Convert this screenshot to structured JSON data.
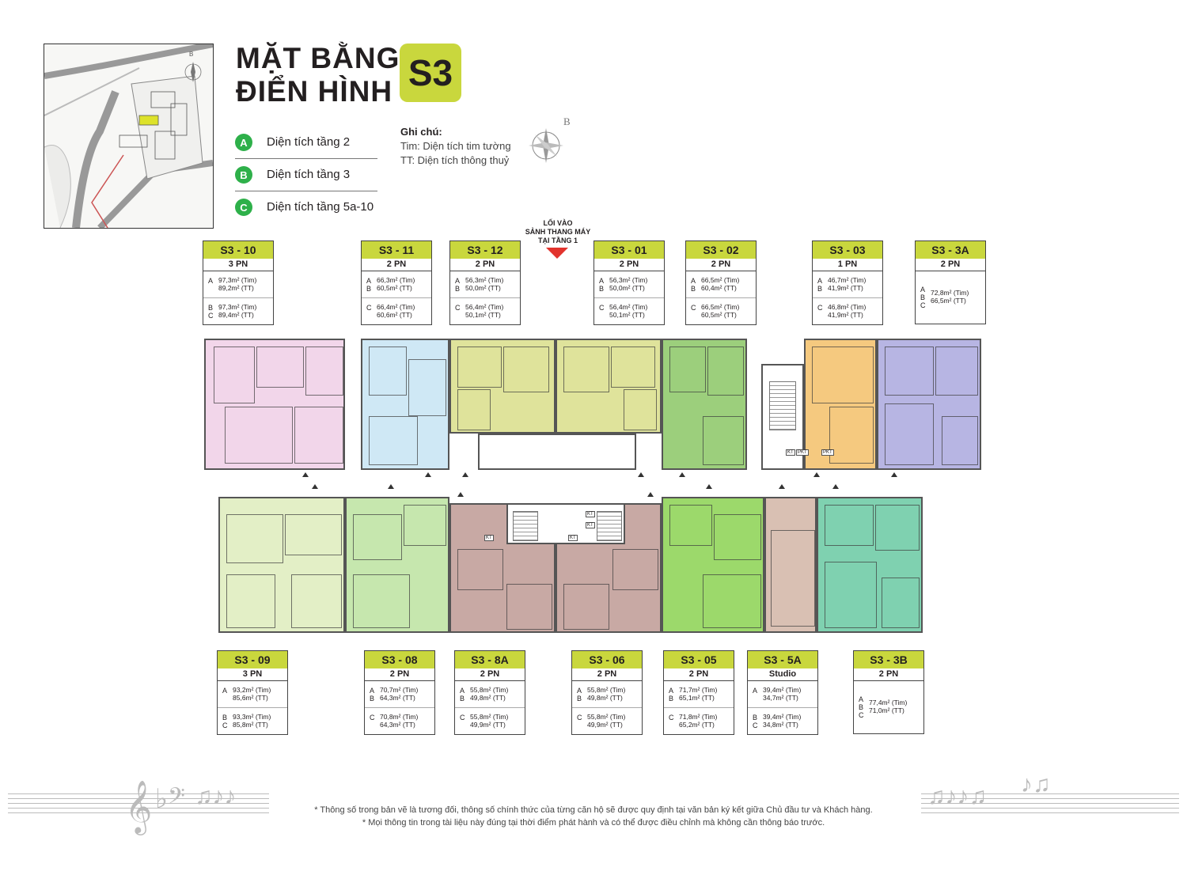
{
  "title": {
    "line1": "MẶT BẰNG",
    "line2": "ĐIỂN HÌNH",
    "badge": "S3"
  },
  "sitemap": {
    "north": "B"
  },
  "legend": [
    {
      "letter": "A",
      "label": "Diện tích tầng 2"
    },
    {
      "letter": "B",
      "label": "Diện tích tầng 3"
    },
    {
      "letter": "C",
      "label": "Diện tích tầng 5a-10"
    }
  ],
  "notes": {
    "heading": "Ghi chú:",
    "line1": "Tim: Diện tích tim tường",
    "line2": "TT: Diện tích thông thuỷ",
    "compass_label": "B"
  },
  "entrance": {
    "line1": "LỐI VÀO",
    "line2": "SẢNH THANG MÁY",
    "line3": "TẠI TẦNG 1"
  },
  "core_labels": {
    "kt": "KT",
    "pkt": "PKT"
  },
  "colors": {
    "badge": "#c9d73d",
    "legend_circle": "#2eb04a",
    "entrance_arrow": "#e2332d",
    "s3_10": "#f2d6ea",
    "s3_11": "#cfe8f5",
    "s3_12": "#dfe39b",
    "s3_01": "#dfe39b",
    "s3_02": "#9ccf7c",
    "s3_03": "#f5c97f",
    "s3_3a": "#b7b5e3",
    "s3_09": "#e3efc6",
    "s3_08": "#c6e7ae",
    "s3_8a": "#c8a9a4",
    "s3_06": "#c8a9a4",
    "s3_05": "#9cd96b",
    "s3_5a": "#d9c0b3",
    "s3_3b": "#7fd1b0"
  },
  "units_top": [
    {
      "code": "S3 - 10",
      "pn": "3 PN",
      "rows": [
        {
          "ltr": "A",
          "v1": "97,3m² (Tim)",
          "v2": "89,2m² (TT)"
        },
        {
          "ltr": "B\nC",
          "v1": "97,3m² (Tim)",
          "v2": "89,4m² (TT)"
        }
      ]
    },
    {
      "code": "S3 - 11",
      "pn": "2 PN",
      "rows": [
        {
          "ltr": "A\nB",
          "v1": "66,3m² (Tim)",
          "v2": "60,5m² (TT)"
        },
        {
          "ltr": "C",
          "v1": "66,4m² (Tim)",
          "v2": "60,6m² (TT)"
        }
      ]
    },
    {
      "code": "S3 - 12",
      "pn": "2 PN",
      "rows": [
        {
          "ltr": "A\nB",
          "v1": "56,3m² (Tim)",
          "v2": "50,0m² (TT)"
        },
        {
          "ltr": "C",
          "v1": "56,4m² (Tim)",
          "v2": "50,1m² (TT)"
        }
      ]
    },
    {
      "code": "S3 - 01",
      "pn": "2 PN",
      "rows": [
        {
          "ltr": "A\nB",
          "v1": "56,3m² (Tim)",
          "v2": "50,0m² (TT)"
        },
        {
          "ltr": "C",
          "v1": "56,4m² (Tim)",
          "v2": "50,1m² (TT)"
        }
      ]
    },
    {
      "code": "S3 - 02",
      "pn": "2 PN",
      "rows": [
        {
          "ltr": "A\nB",
          "v1": "66,5m² (Tim)",
          "v2": "60,4m² (TT)"
        },
        {
          "ltr": "C",
          "v1": "66,5m² (Tim)",
          "v2": "60,5m² (TT)"
        }
      ]
    },
    {
      "code": "S3 - 03",
      "pn": "1 PN",
      "rows": [
        {
          "ltr": "A\nB",
          "v1": "46,7m² (Tim)",
          "v2": "41,9m² (TT)"
        },
        {
          "ltr": "C",
          "v1": "46,8m² (Tim)",
          "v2": "41,9m² (TT)"
        }
      ]
    },
    {
      "code": "S3 - 3A",
      "pn": "2 PN",
      "rows": [
        {
          "ltr": "A\nB\nC",
          "v1": "72,8m² (Tim)",
          "v2": "66,5m² (TT)",
          "tall": true
        }
      ]
    }
  ],
  "units_bottom": [
    {
      "code": "S3 - 09",
      "pn": "3 PN",
      "rows": [
        {
          "ltr": "A",
          "v1": "93,2m² (Tim)",
          "v2": "85,6m² (TT)"
        },
        {
          "ltr": "B\nC",
          "v1": "93,3m² (Tim)",
          "v2": "85,8m² (TT)"
        }
      ]
    },
    {
      "code": "S3 - 08",
      "pn": "2 PN",
      "rows": [
        {
          "ltr": "A\nB",
          "v1": "70,7m² (Tim)",
          "v2": "64,3m² (TT)"
        },
        {
          "ltr": "C",
          "v1": "70,8m² (Tim)",
          "v2": "64,3m² (TT)"
        }
      ]
    },
    {
      "code": "S3 - 8A",
      "pn": "2 PN",
      "rows": [
        {
          "ltr": "A\nB",
          "v1": "55,8m² (Tim)",
          "v2": "49,8m² (TT)"
        },
        {
          "ltr": "C",
          "v1": "55,8m² (Tim)",
          "v2": "49,9m² (TT)"
        }
      ]
    },
    {
      "code": "S3 - 06",
      "pn": "2 PN",
      "rows": [
        {
          "ltr": "A\nB",
          "v1": "55,8m² (Tim)",
          "v2": "49,8m² (TT)"
        },
        {
          "ltr": "C",
          "v1": "55,8m² (Tim)",
          "v2": "49,9m² (TT)"
        }
      ]
    },
    {
      "code": "S3 - 05",
      "pn": "2 PN",
      "rows": [
        {
          "ltr": "A\nB",
          "v1": "71,7m² (Tim)",
          "v2": "65,1m² (TT)"
        },
        {
          "ltr": "C",
          "v1": "71,8m² (Tim)",
          "v2": "65,2m² (TT)"
        }
      ]
    },
    {
      "code": "S3 - 5A",
      "pn": "Studio",
      "rows": [
        {
          "ltr": "A",
          "v1": "39,4m² (Tim)",
          "v2": "34,7m² (TT)"
        },
        {
          "ltr": "B\nC",
          "v1": "39,4m² (Tim)",
          "v2": "34,8m² (TT)"
        }
      ]
    },
    {
      "code": "S3 - 3B",
      "pn": "2 PN",
      "rows": [
        {
          "ltr": "A\nB\nC",
          "v1": "77,4m² (Tim)",
          "v2": "71,0m² (TT)",
          "tall": true
        }
      ]
    }
  ],
  "disclaimer": {
    "line1": "* Thông số trong bản vẽ là tương đối, thông số chính thức của từng căn hộ sẽ được quy định tại văn bản ký kết giữa Chủ đầu tư và Khách hàng.",
    "line2": "* Mọi thông tin trong tài liệu này đúng tại thời điểm phát hành và có thể được điều chỉnh mà không cần thông báo trước."
  }
}
